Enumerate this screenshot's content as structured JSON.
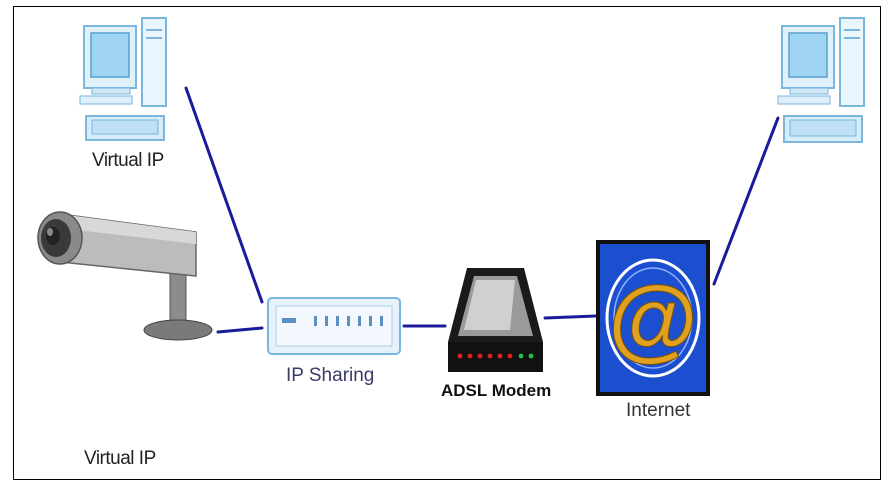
{
  "labels": {
    "virtual_ip_top": "Virtual IP",
    "virtual_ip_bottom": "Virtual IP",
    "ip_sharing": "IP Sharing",
    "adsl_modem": "ADSL Modem",
    "internet": "Internet"
  },
  "internet_symbol": "@",
  "colors": {
    "link": "#1a1a9c",
    "pc_screen": "#9fd4f2",
    "pc_body": "#dff1fb",
    "internet_bg": "#1c4fd0",
    "internet_at": "#e0a020",
    "router": "#e6f1fb"
  }
}
